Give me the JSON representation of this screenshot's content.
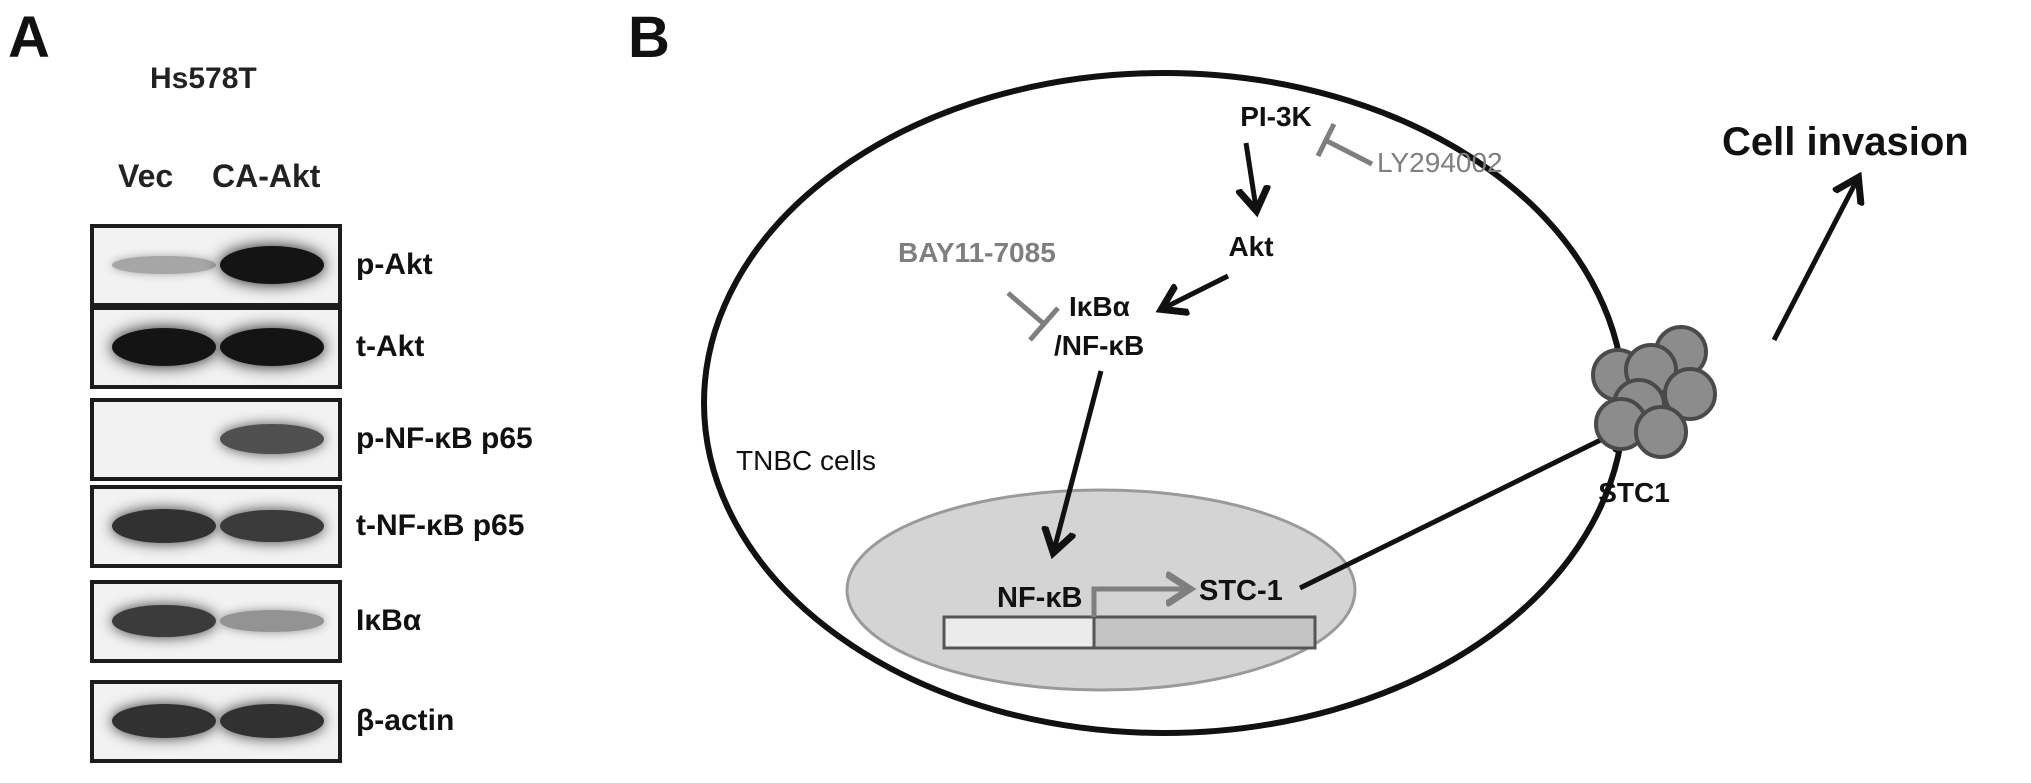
{
  "panel_a": {
    "letter": "A",
    "cell_line": "Hs578T",
    "lanes": [
      "Vec",
      "CA-Akt"
    ],
    "blots": [
      {
        "label": "p-Akt",
        "lane_intensity": [
          0.25,
          1.0
        ]
      },
      {
        "label": "t-Akt",
        "lane_intensity": [
          1.0,
          1.0
        ]
      },
      {
        "label": "p-NF-κB p65",
        "lane_intensity": [
          0.0,
          0.7
        ]
      },
      {
        "label": "t-NF-κB p65",
        "lane_intensity": [
          0.85,
          0.8
        ]
      },
      {
        "label": "IκBα",
        "lane_intensity": [
          0.8,
          0.35
        ]
      },
      {
        "label": "β-actin",
        "lane_intensity": [
          0.85,
          0.85
        ]
      }
    ]
  },
  "panel_b": {
    "letter": "B",
    "labels": {
      "pi3k": "PI-3K",
      "ly_inhibitor": "LY294002",
      "akt": "Akt",
      "bay_inhibitor": "BAY11-7085",
      "ikba_line1": "IκBα",
      "ikba_line2": "/NF-κB",
      "tnbc": "TNBC cells",
      "nfkb_promoter": "NF-κB",
      "stc1_gene": "STC-1",
      "stc1_protein": "STC1",
      "outcome": "Cell invasion"
    },
    "colors": {
      "inhibitor_gray": "#7f7f7f",
      "nucleus_fill": "#d4d4d4",
      "protein_fill": "#8c8c8c"
    }
  }
}
